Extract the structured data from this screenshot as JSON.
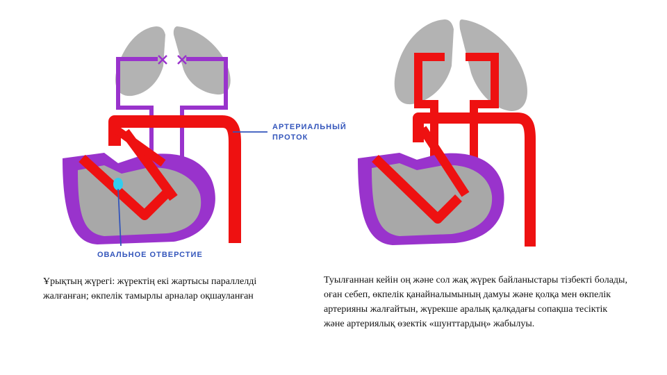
{
  "labels": {
    "arterial_duct_line1": "АРТЕРИАЛЬНЫЙ",
    "arterial_duct_line2": "ПРОТОК",
    "oval_opening": "ОВАЛЬНОЕ ОТВЕРСТИЕ"
  },
  "captions": {
    "fetal": "Ұрықтың жүрегі: жүректің екі жартысы параллелді жалғанған; өкпелік тамырлы арналар оқшауланған",
    "postnatal": "Туылғаннан кейін оң және сол жақ жүрек байланыстары тізбекті болады, оған себеп, өкпелік қанайналымының дамуы және қолқа мен өкпелік артерияны жалғайтын, жүрекше аралық қалқадағы сопақша тесіктік және артериялық өзектік «шунттардың» жабылуы."
  },
  "colors": {
    "lung": "#b3b3b3",
    "artery_red": "#ee1111",
    "vein_purple": "#9933cc",
    "heart_gray": "#a8a8a8",
    "label_blue": "#3355bb",
    "foramen_cyan": "#33ccee"
  }
}
